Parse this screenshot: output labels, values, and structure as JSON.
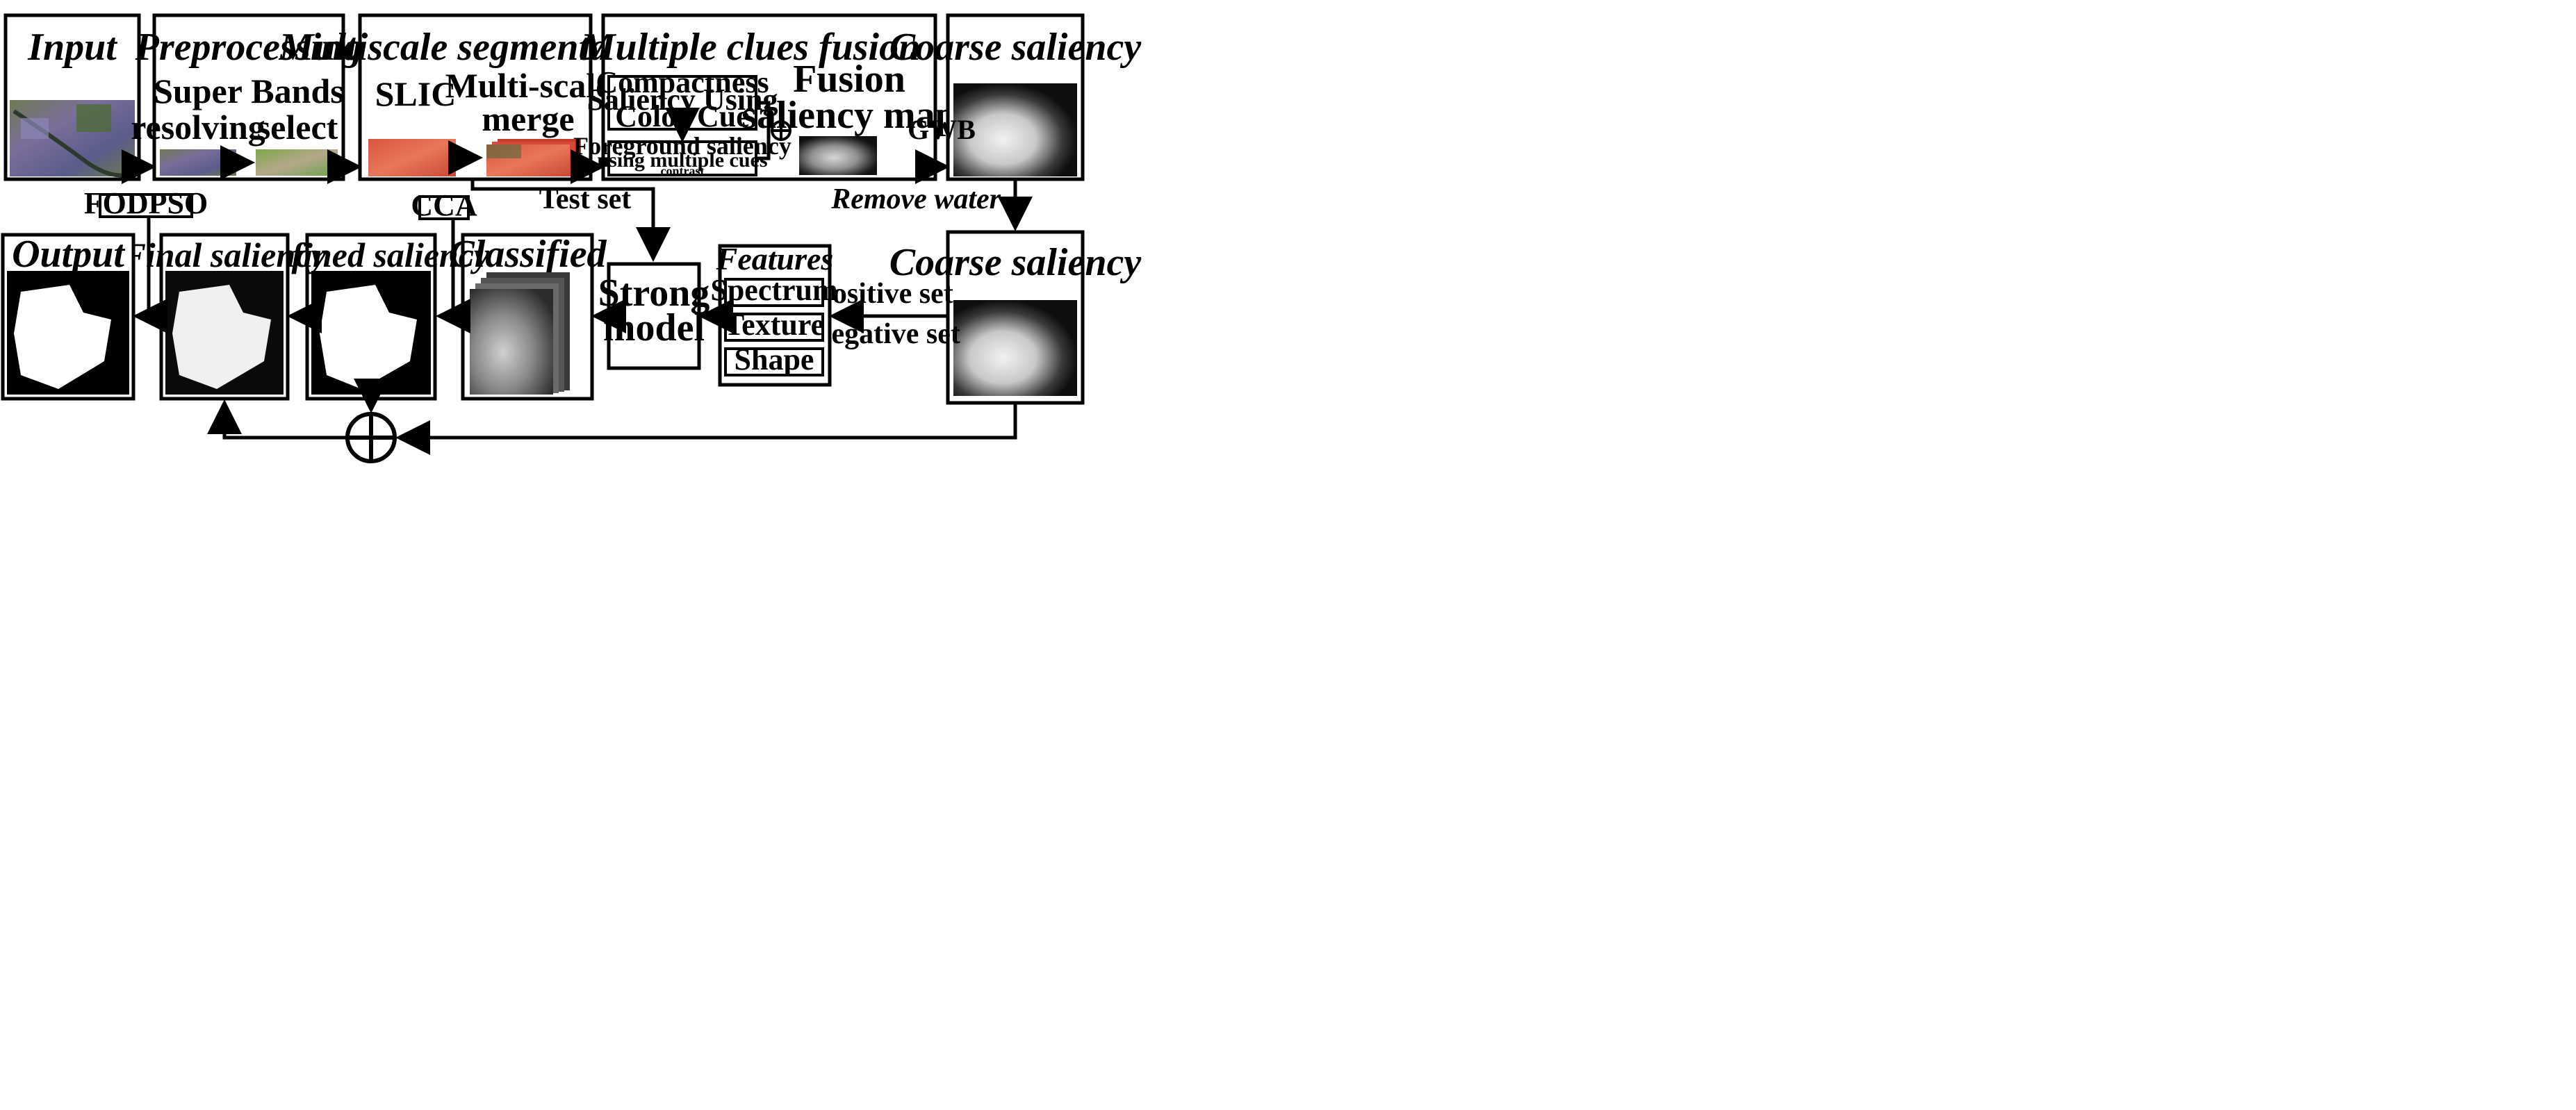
{
  "input": {
    "title": "Input"
  },
  "preprocessing": {
    "title": "Preprocessing",
    "step1_line1": "Super",
    "step1_line2": "resolving",
    "step2_line1": "Bands",
    "step2_line2": "select"
  },
  "segmentation": {
    "title": "Multiscale segmentation",
    "slic": "SLIC",
    "merge_line1": "Multi-scale",
    "merge_line2": "merge"
  },
  "fusion": {
    "title": "Multiple clues fusion",
    "cue1_line1": "Compactness",
    "cue1_line2": "Saliency Using",
    "cue1_line3": "Color Cue",
    "cue2_line1": "Foreground saliency",
    "cue2_line2": "using multiple cues",
    "cue2_line3": "contrast",
    "map_line1": "Fusion",
    "map_line2": "saliency map"
  },
  "gwb": "GWB",
  "coarse_top": {
    "title": "Coarse saliency"
  },
  "remove_water": "Remove water",
  "coarse_bottom": {
    "title": "Coarse saliency"
  },
  "positive_set": "Positive set",
  "negative_set": "Negative set",
  "features": {
    "title": "Features",
    "items": [
      "Spectrum",
      "Texture",
      "Shape"
    ]
  },
  "strong_model": {
    "line1": "Strong",
    "line2": "model"
  },
  "test_set": "Test set",
  "classified": {
    "title": "Classified"
  },
  "cca": "CCA",
  "refined": {
    "title": "Refined saliency"
  },
  "final": {
    "title": "Final saliency"
  },
  "fodpso": "FODPSO",
  "output": {
    "title": "Output"
  },
  "colors": {
    "line": "#000000",
    "background": "#ffffff"
  }
}
